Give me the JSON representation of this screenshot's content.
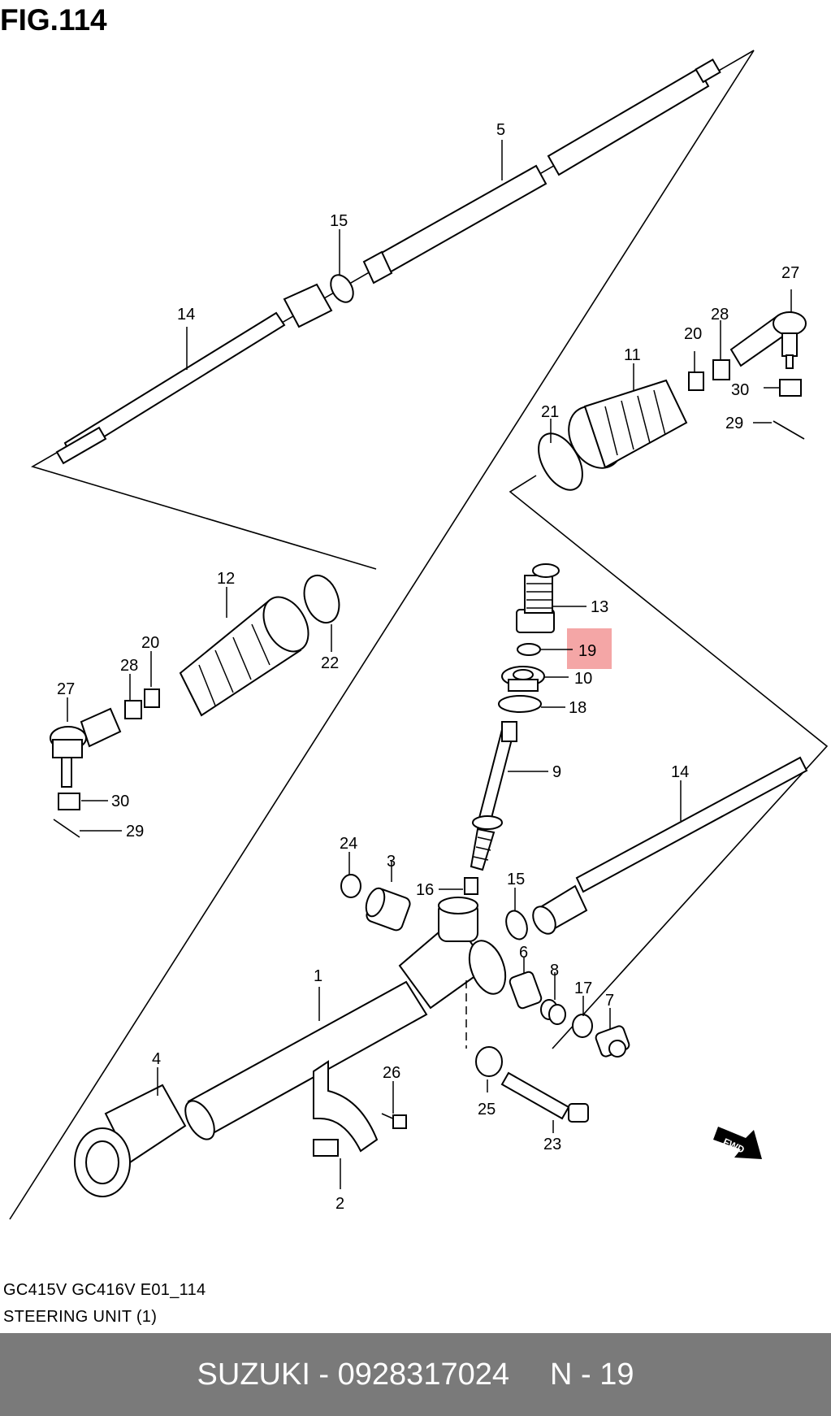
{
  "figure": {
    "title": "FIG.114",
    "model_codes": "GC415V GC416V E01_114",
    "unit_name": "STEERING UNIT (1)",
    "highlight_color": "#f4a6a6"
  },
  "diagram": {
    "fwd_label": "FWD",
    "callouts": {
      "p1": "1",
      "p2": "2",
      "p3": "3",
      "p4": "4",
      "p5": "5",
      "p6": "6",
      "p7": "7",
      "p8": "8",
      "p9": "9",
      "p10": "10",
      "p11": "11",
      "p12": "12",
      "p13": "13",
      "p14a": "14",
      "p14b": "14",
      "p15a": "15",
      "p15b": "15",
      "p16": "16",
      "p17": "17",
      "p18": "18",
      "p19": "19",
      "p20a": "20",
      "p20b": "20",
      "p21": "21",
      "p22": "22",
      "p23": "23",
      "p24": "24",
      "p25": "25",
      "p26": "26",
      "p27a": "27",
      "p27b": "27",
      "p28a": "28",
      "p28b": "28",
      "p29a": "29",
      "p29b": "29",
      "p30a": "30",
      "p30b": "30"
    }
  },
  "footer": {
    "part_info": "SUZUKI - 0928317024",
    "position": "N - 19",
    "background": "#7a7a7a"
  }
}
